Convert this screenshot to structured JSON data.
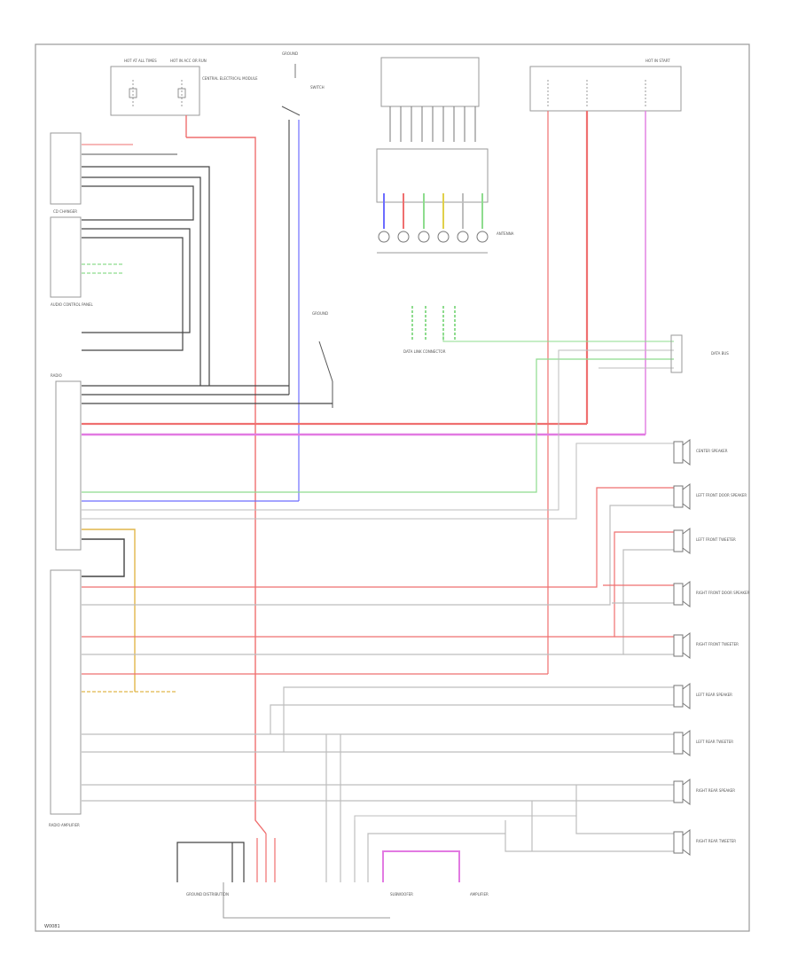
{
  "page": {
    "footer_id": "W0081"
  },
  "colors": {
    "frame": "#9a9a9a",
    "ink": "#333333",
    "black_wire": "#222222",
    "red_wire": "#ef6f6f",
    "blue_wire": "#6d6dff",
    "violet_wire": "#e27ae2",
    "green_wire": "#8edc8e",
    "yellow_wire": "#e0b64a",
    "gray_wire": "#bdbdbd"
  },
  "labels": {
    "fuse_block_left": "HOT AT ALL TIMES",
    "fuse_block_mid": "HOT IN ACC OR RUN",
    "fuse_block_right": "HOT IN START",
    "fuse_note": "CENTRAL ELECTRICAL MODULE",
    "ground_top": "GROUND",
    "switch_1": "SWITCH",
    "cd_changer": "CD CHANGER",
    "audio_control": "AUDIO CONTROL PANEL",
    "radio_top": "RADIO",
    "radio_amp": "RADIO AMPLIFIER",
    "antenna": "ANTENNA",
    "ground_mid": "GROUND",
    "data_link": "DATA LINK CONNECTOR",
    "bus_label": "DATA BUS",
    "sub_box": "SUBWOOFER",
    "ground_bottom": "GROUND DISTRIBUTION",
    "bottom_note": "AMPLIFIER"
  },
  "speakers": [
    {
      "label": "CENTER SPEAKER"
    },
    {
      "label": "LEFT FRONT DOOR SPEAKER"
    },
    {
      "label": "LEFT FRONT TWEETER"
    },
    {
      "label": "RIGHT FRONT DOOR SPEAKER"
    },
    {
      "label": "RIGHT FRONT TWEETER"
    },
    {
      "label": "LEFT REAR SPEAKER"
    },
    {
      "label": "LEFT REAR TWEETER"
    },
    {
      "label": "RIGHT REAR SPEAKER"
    },
    {
      "label": "RIGHT REAR TWEETER"
    }
  ]
}
